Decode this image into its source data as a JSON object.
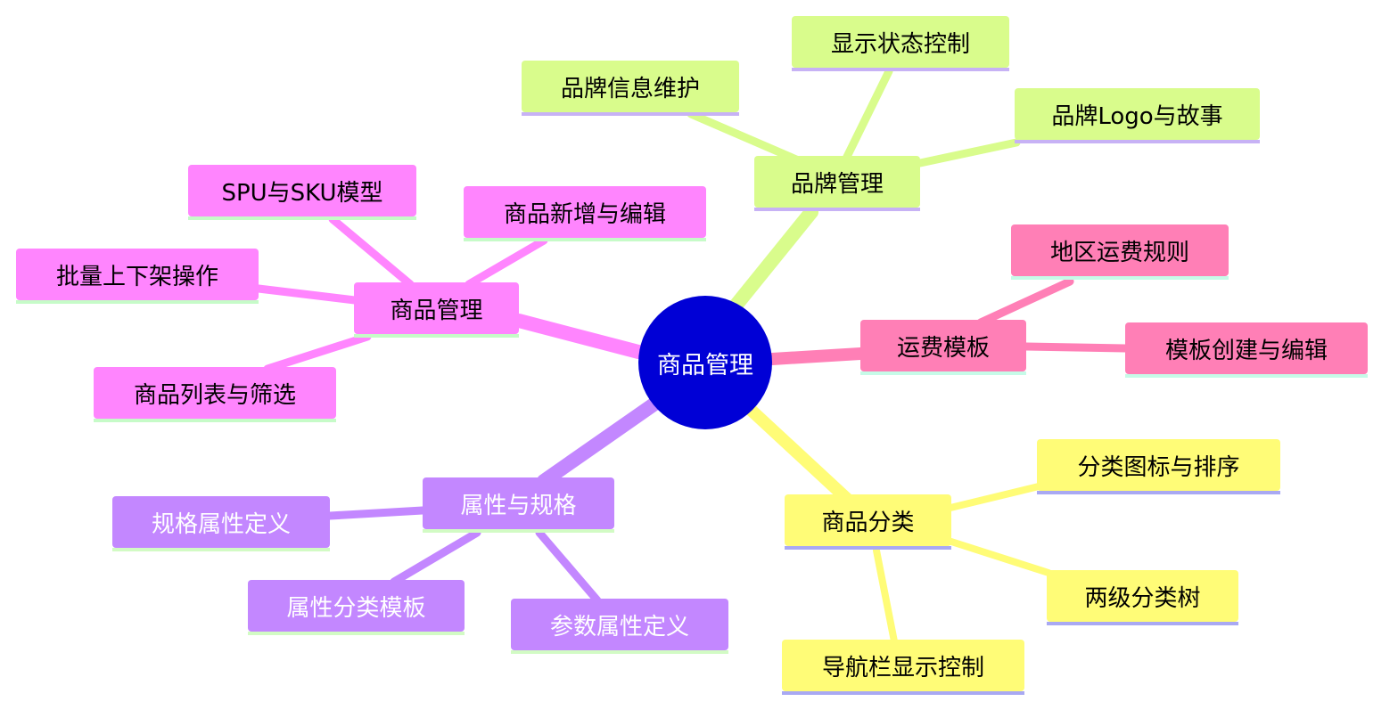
{
  "colors": {
    "center": "#0000d6",
    "brand": "#d9fc8c",
    "brand_bar": "#c7b2f5",
    "product": "#ff85fe",
    "product_bar": "#c6fbc8",
    "shipping": "#ff7fb6",
    "shipping_bar": "#c6fbe8",
    "category": "#fffc77",
    "category_bar": "#a9a9f3",
    "attribute": "#c387ff",
    "attribute_bar": "#d2fbc4"
  },
  "center": {
    "label": "商品管理"
  },
  "branches": [
    {
      "id": "brand",
      "label": "品牌管理",
      "children": [
        {
          "label": "品牌信息维护"
        },
        {
          "label": "显示状态控制"
        },
        {
          "label": "品牌Logo与故事"
        }
      ]
    },
    {
      "id": "product",
      "label": "商品管理",
      "children": [
        {
          "label": "SPU与SKU模型"
        },
        {
          "label": "商品新增与编辑"
        },
        {
          "label": "批量上下架操作"
        },
        {
          "label": "商品列表与筛选"
        }
      ]
    },
    {
      "id": "shipping",
      "label": "运费模板",
      "children": [
        {
          "label": "地区运费规则"
        },
        {
          "label": "模板创建与编辑"
        }
      ]
    },
    {
      "id": "category",
      "label": "商品分类",
      "children": [
        {
          "label": "分类图标与排序"
        },
        {
          "label": "两级分类树"
        },
        {
          "label": "导航栏显示控制"
        }
      ]
    },
    {
      "id": "attribute",
      "label": "属性与规格",
      "children": [
        {
          "label": "规格属性定义"
        },
        {
          "label": "属性分类模板"
        },
        {
          "label": "参数属性定义"
        }
      ]
    }
  ]
}
